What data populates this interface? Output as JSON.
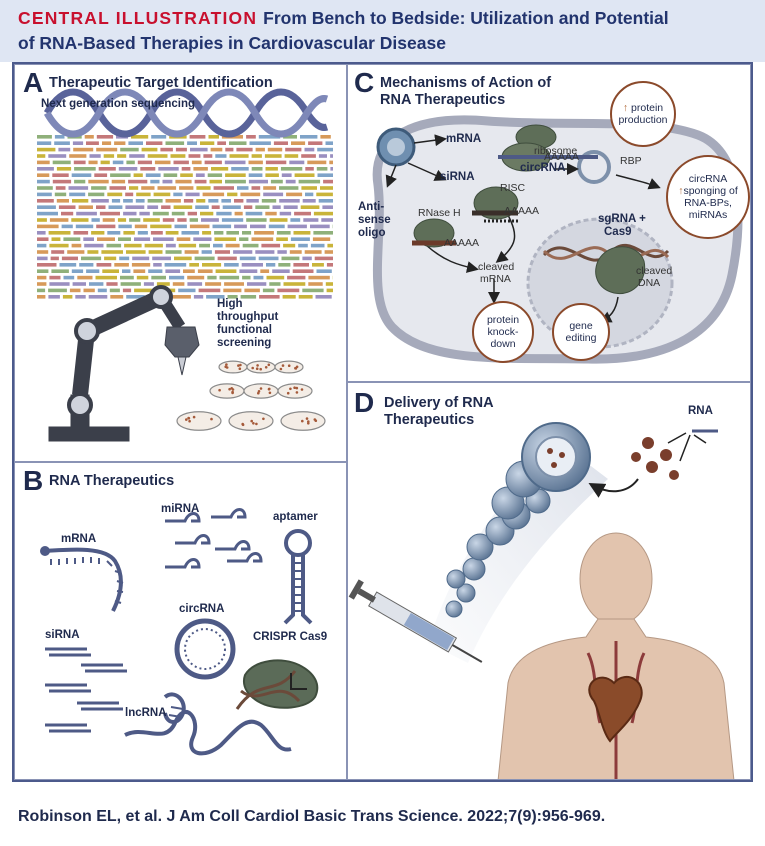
{
  "header": {
    "kicker": "CENTRAL ILLUSTRATION",
    "title_line1": "From Bench to Bedside: Utilization and Potential",
    "title_line2": "of RNA-Based Therapies in Cardiovascular Disease"
  },
  "panel_a": {
    "letter": "A",
    "title": "Therapeutic Target Identification",
    "sequencing_label": "Next generation sequencing",
    "screening_label": [
      "High",
      "throughput",
      "functional",
      "screening"
    ]
  },
  "panel_b": {
    "letter": "B",
    "title": "RNA Therapeutics",
    "labels": {
      "mrna": "mRNA",
      "mirna": "miRNA",
      "aptamer": "aptamer",
      "sirna": "siRNA",
      "circrna": "circRNA",
      "crispr": "CRISPR Cas9",
      "lncrna": "lncRNA"
    }
  },
  "panel_c": {
    "letter": "C",
    "title_line1": "Mechanisms of Action of",
    "title_line2": "RNA Therapeutics",
    "labels": {
      "mrna": "mRNA",
      "ribosome": "ribosome",
      "polya": "AAAAA",
      "sirna": "siRNA",
      "circrna": "circRNA",
      "rbp": "RBP",
      "risc": "RISC",
      "antisense": [
        "Anti-",
        "sense",
        "oligo"
      ],
      "rnase": "RNase H",
      "cleaved_mrna": [
        "cleaved",
        "mRNA"
      ],
      "sgrna": [
        "sgRNA +",
        "Cas9"
      ],
      "cleaved_dna": [
        "cleaved",
        "DNA"
      ]
    },
    "outcomes": {
      "protein_production": [
        "protein",
        "production"
      ],
      "circ_sponging": [
        "circRNA",
        "sponging of",
        "RNA-BPs,",
        "miRNAs"
      ],
      "protein_knockdown": [
        "protein",
        "knock-",
        "down"
      ],
      "gene_editing": [
        "gene",
        "editing"
      ]
    }
  },
  "panel_d": {
    "letter": "D",
    "title_line1": "Delivery of RNA",
    "title_line2": "Therapeutics",
    "rna_label": "RNA"
  },
  "footer": {
    "citation": "Robinson EL, et al. J Am Coll Cardiol Basic Trans Science. 2022;7(9):956-969."
  },
  "colors": {
    "header_bg": "#dfe6f3",
    "kicker": "#c8102e",
    "title": "#22346e",
    "frame": "#4c5a8c",
    "accent_brown": "#8b4a2b",
    "rna_blue": "#4e5a86",
    "ribosome_green": "#5a6b55",
    "skin": "#e2c4ae"
  }
}
